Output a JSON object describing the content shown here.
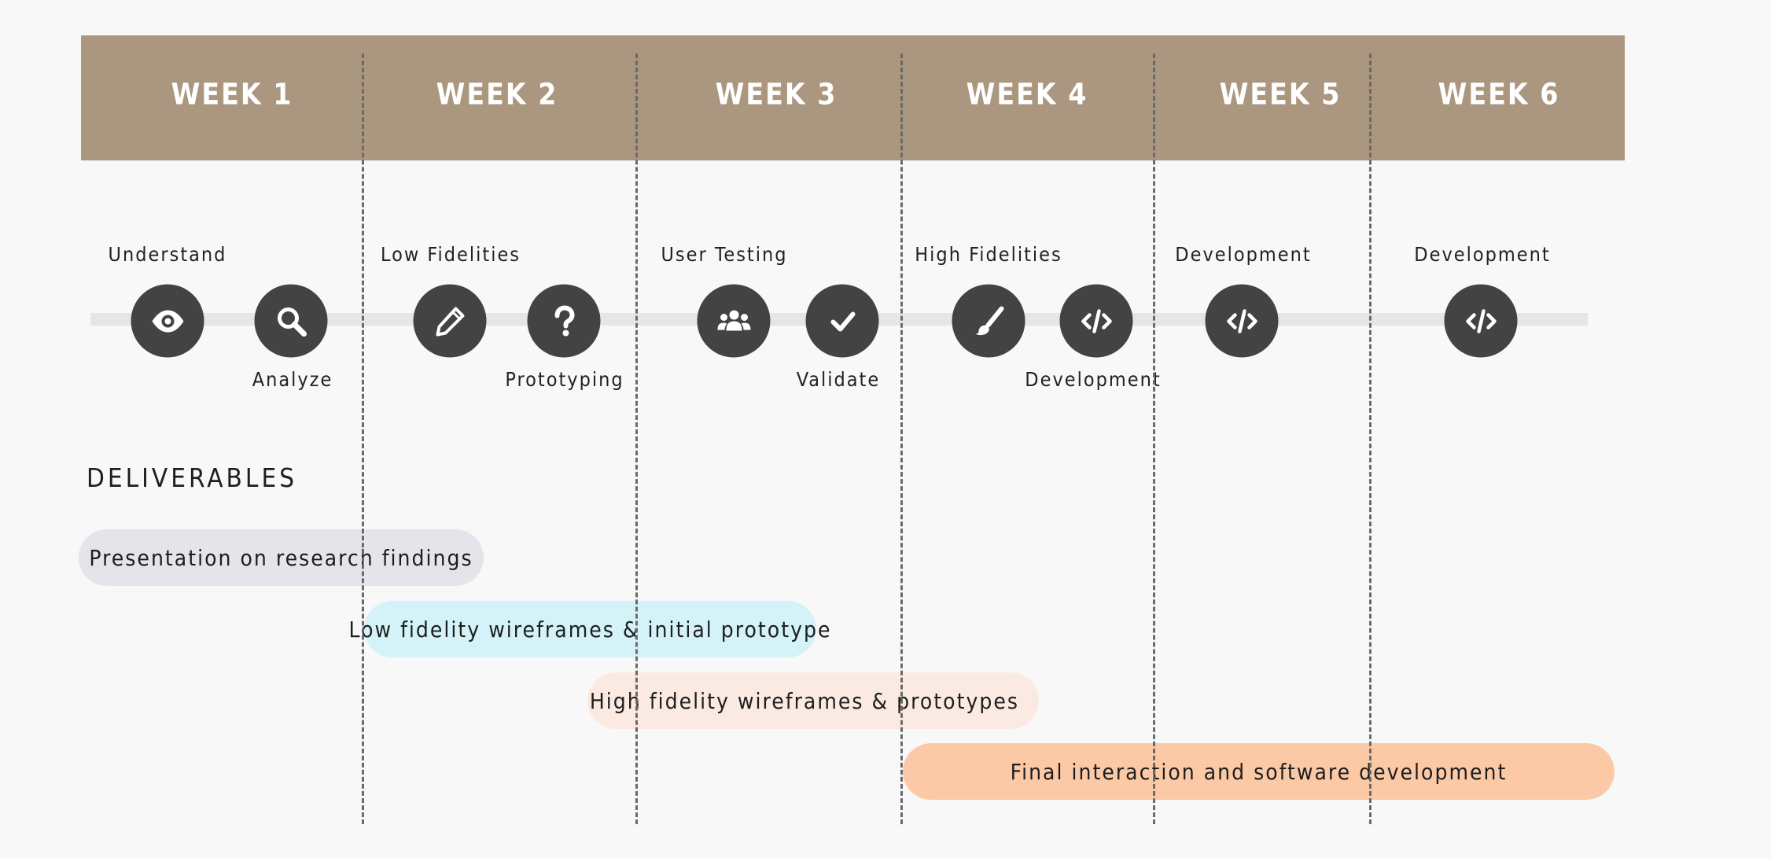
{
  "colors": {
    "header": "#ab977f",
    "circle": "#434343",
    "track": "#e6e6e6",
    "deliverable_1": "#e4e4ea",
    "deliverable_2": "#d3f3f9",
    "deliverable_3": "#fbeae2",
    "deliverable_4": "#fbc9a6"
  },
  "weeks": [
    "WEEK 1",
    "WEEK 2",
    "WEEK 3",
    "WEEK 4",
    "WEEK 5",
    "WEEK 6"
  ],
  "steps": [
    {
      "label": "Understand",
      "icon": "eye-icon"
    },
    {
      "label": "Analyze",
      "icon": "search-icon"
    },
    {
      "label": "Low Fidelities",
      "icon": "pencil-icon"
    },
    {
      "label": "Prototyping",
      "icon": "question-icon"
    },
    {
      "label": "User Testing",
      "icon": "users-icon"
    },
    {
      "label": "Validate",
      "icon": "check-icon"
    },
    {
      "label": "High Fidelities",
      "icon": "brush-icon"
    },
    {
      "label": "Development",
      "icon": "code-icon"
    },
    {
      "label": "Development",
      "icon": "code-icon"
    },
    {
      "label": "Development",
      "icon": "code-icon"
    }
  ],
  "deliverables_title": "DELIVERABLES",
  "deliverables": [
    "Presentation on research findings",
    "Low fidelity wireframes & initial prototype",
    "High fidelity wireframes & prototypes",
    "Final interaction and software development"
  ]
}
